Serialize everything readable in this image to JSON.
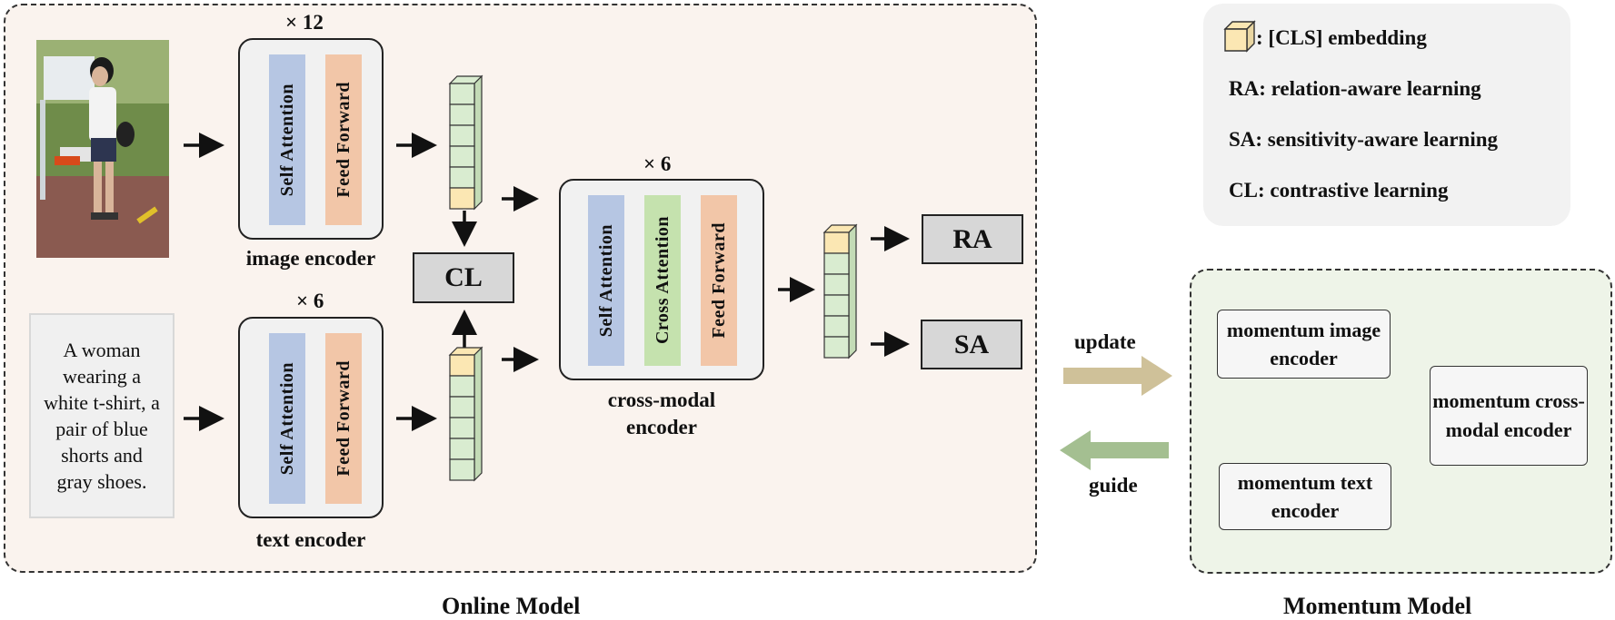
{
  "online_panel": {
    "title": "Online Model"
  },
  "momentum_panel": {
    "title": "Momentum Model",
    "image_encoder": "momentum image encoder",
    "text_encoder": "momentum text encoder",
    "cross_modal_encoder": "momentum cross-modal encoder"
  },
  "legend": {
    "cls": ": [CLS] embedding",
    "ra": "RA: relation-aware learning",
    "sa": "SA: sensitivity-aware learning",
    "cl": "CL: contrastive learning"
  },
  "image_encoder": {
    "repeat": "× 12",
    "self_attention": "Self Attention",
    "feed_forward": "Feed Forward",
    "label": "image encoder"
  },
  "text_encoder": {
    "repeat": "× 6",
    "self_attention": "Self Attention",
    "feed_forward": "Feed Forward",
    "label": "text encoder"
  },
  "cross_modal_encoder": {
    "repeat": "× 6",
    "self_attention": "Self Attention",
    "cross_attention": "Cross Attention",
    "feed_forward": "Feed Forward",
    "label_line1": "cross-modal",
    "label_line2": "encoder"
  },
  "input_caption": "A woman wearing a white t-shirt, a pair of blue shorts and gray shoes.",
  "boxes": {
    "cl": "CL",
    "ra": "RA",
    "sa": "SA"
  },
  "arrows": {
    "update": "update",
    "guide": "guide"
  },
  "colors": {
    "cls_token": "#fbe7b3",
    "token": "#d9ecd0",
    "self_attention": "#b6c6e3",
    "feed_forward": "#f2c6a8",
    "cross_attention": "#c5e2ae",
    "update_arrow": "#cfc199",
    "guide_arrow": "#a4bf91"
  }
}
